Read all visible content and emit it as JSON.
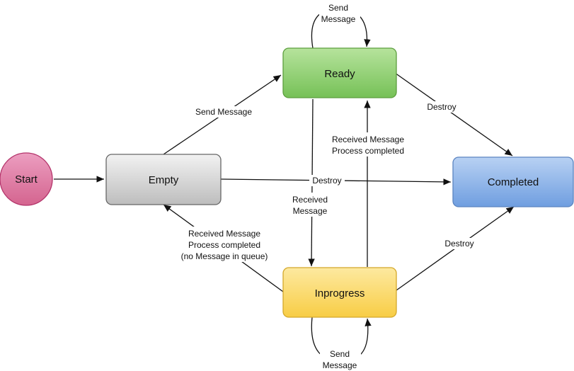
{
  "colors": {
    "start_fill": "#e07aa5",
    "start_stroke": "#b3336a",
    "empty_fill": "#d8d8d8",
    "empty_stroke": "#666666",
    "ready_fill": "#8fce71",
    "ready_stroke": "#5c9e3e",
    "completed_fill": "#8fb4e8",
    "completed_stroke": "#5b84c0",
    "inprogress_fill": "#fbd964",
    "inprogress_stroke": "#d4a82a",
    "edge": "#111111"
  },
  "nodes": {
    "start": "Start",
    "empty": "Empty",
    "ready": "Ready",
    "completed": "Completed",
    "inprogress": "Inprogress"
  },
  "edges": {
    "empty_to_ready": [
      "Send Message"
    ],
    "ready_self": [
      "Send",
      "Message"
    ],
    "ready_to_completed": [
      "Destroy"
    ],
    "empty_to_completed": [
      "Destroy"
    ],
    "inprogress_to_ready": [
      "Received Message",
      "Process completed"
    ],
    "ready_to_inprogress": [
      "Received",
      "Message"
    ],
    "inprogress_to_empty": [
      "Received Message",
      "Process completed",
      "(no Message in queue)"
    ],
    "inprogress_to_completed": [
      "Destroy"
    ],
    "inprogress_self": [
      "Send",
      "Message"
    ]
  }
}
